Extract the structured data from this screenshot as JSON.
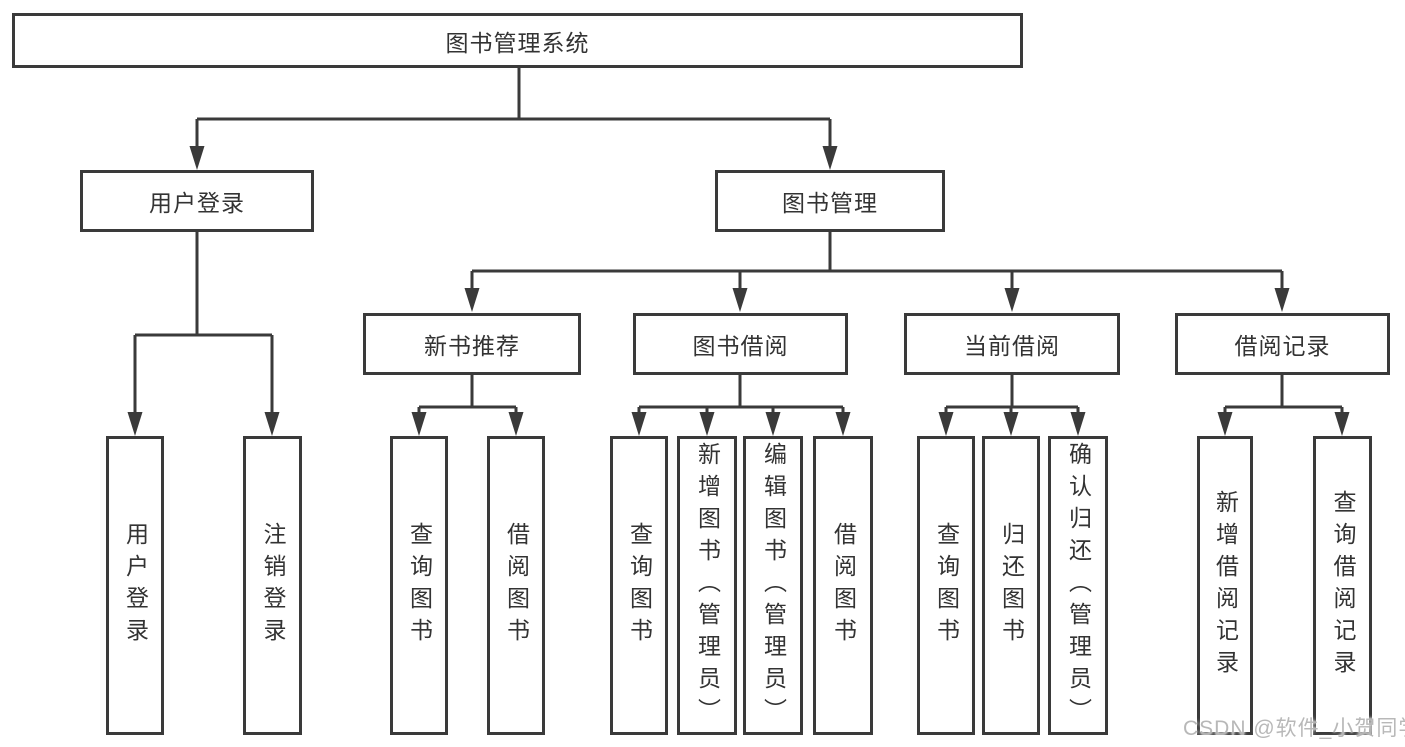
{
  "tree": {
    "root": {
      "label": "图书管理系统"
    },
    "branches": [
      {
        "label": "用户登录",
        "children": [
          {
            "label": "用户登录"
          },
          {
            "label": "注销登录"
          }
        ]
      },
      {
        "label": "图书管理",
        "children": [
          {
            "label": "新书推荐",
            "children": [
              {
                "label": "查询图书"
              },
              {
                "label": "借阅图书"
              }
            ]
          },
          {
            "label": "图书借阅",
            "children": [
              {
                "label": "查询图书"
              },
              {
                "label": "新增图书（管理员）"
              },
              {
                "label": "编辑图书（管理员）"
              },
              {
                "label": "借阅图书"
              }
            ]
          },
          {
            "label": "当前借阅",
            "children": [
              {
                "label": "查询图书"
              },
              {
                "label": "归还图书"
              },
              {
                "label": "确认归还（管理员）"
              }
            ]
          },
          {
            "label": "借阅记录",
            "children": [
              {
                "label": "新增借阅记录"
              },
              {
                "label": "查询借阅记录"
              }
            ]
          }
        ]
      }
    ]
  },
  "watermark": "CSDN @软件_小贺同学",
  "colors": {
    "line": "#3a3a3a",
    "text": "#333333",
    "background": "#ffffff",
    "watermark": "#b2b2b2"
  }
}
